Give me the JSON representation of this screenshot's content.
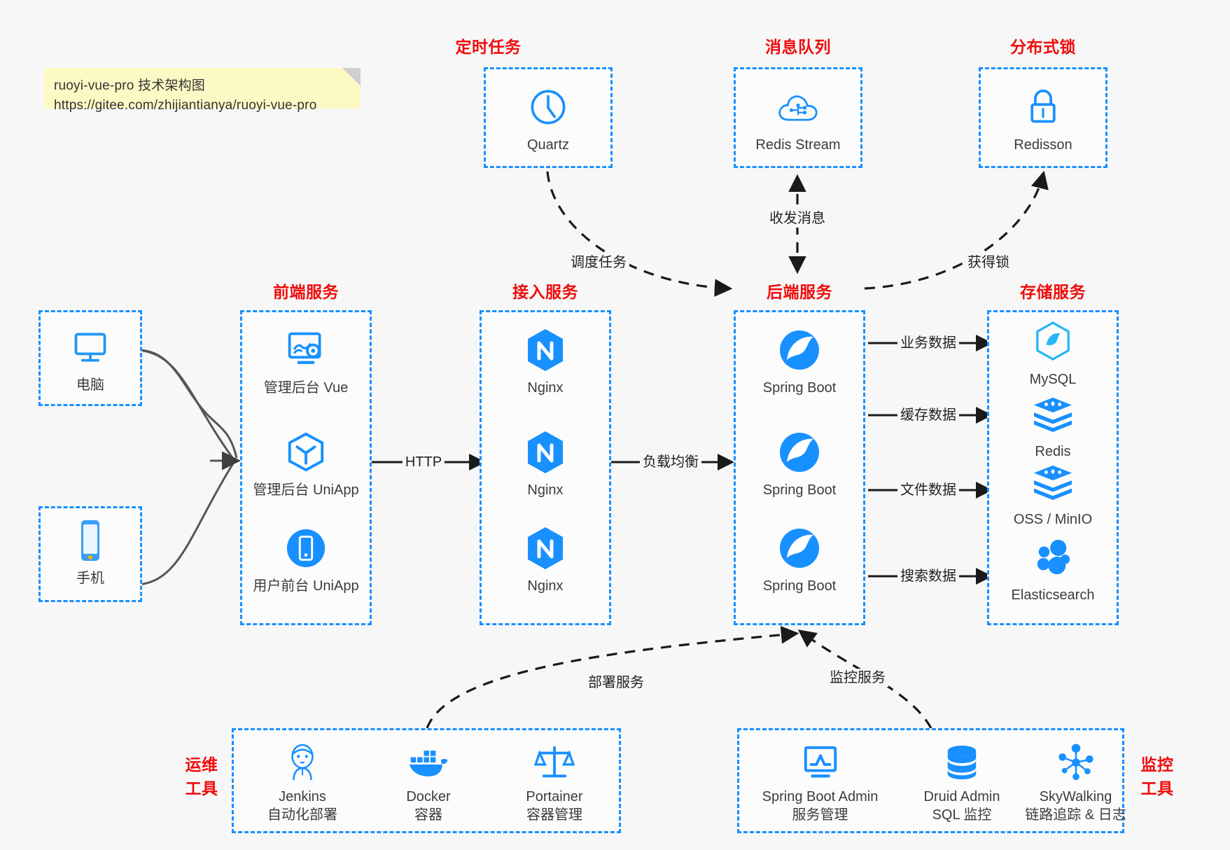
{
  "note": {
    "line1": "ruoyi-vue-pro 技术架构图",
    "line2": "https://gitee.com/zhijiantianya/ruoyi-vue-pro"
  },
  "colors": {
    "accent_blue": "#1890ff",
    "title_red": "#f00b0b",
    "background": "#f7f7f7",
    "note_yellow": "#fdf9c4",
    "edge_dark": "#3f3f3f",
    "text": "#3c3c3c"
  },
  "sections": {
    "scheduler": {
      "title": "定时任务",
      "nodes": [
        {
          "icon": "clock-icon",
          "label": "Quartz"
        }
      ]
    },
    "mq": {
      "title": "消息队列",
      "nodes": [
        {
          "icon": "cloud-stream-icon",
          "label": "Redis Stream"
        }
      ]
    },
    "lock": {
      "title": "分布式锁",
      "nodes": [
        {
          "icon": "lock-icon",
          "label": "Redisson"
        }
      ]
    },
    "clients": {
      "nodes": [
        {
          "icon": "desktop-icon",
          "label": "电脑"
        },
        {
          "icon": "mobile-icon",
          "label": "手机"
        }
      ]
    },
    "frontend": {
      "title": "前端服务",
      "nodes": [
        {
          "icon": "dashboard-gear-icon",
          "label": "管理后台 Vue"
        },
        {
          "icon": "cube-icon",
          "label": "管理后台 UniApp"
        },
        {
          "icon": "app-circle-icon",
          "label": "用户前台 UniApp"
        }
      ]
    },
    "gateway": {
      "title": "接入服务",
      "nodes": [
        {
          "icon": "nginx-icon",
          "label": "Nginx"
        },
        {
          "icon": "nginx-icon",
          "label": "Nginx"
        },
        {
          "icon": "nginx-icon",
          "label": "Nginx"
        }
      ]
    },
    "backend": {
      "title": "后端服务",
      "nodes": [
        {
          "icon": "spring-icon",
          "label": "Spring Boot"
        },
        {
          "icon": "spring-icon",
          "label": "Spring Boot"
        },
        {
          "icon": "spring-icon",
          "label": "Spring Boot"
        }
      ]
    },
    "storage": {
      "title": "存储服务",
      "nodes": [
        {
          "icon": "mysql-icon",
          "label": "MySQL"
        },
        {
          "icon": "layers-icon",
          "label": "Redis"
        },
        {
          "icon": "layers-icon",
          "label": "OSS / MinIO"
        },
        {
          "icon": "elasticsearch-icon",
          "label": "Elasticsearch"
        }
      ]
    },
    "devops": {
      "title_line1": "运维",
      "title_line2": "工具",
      "nodes": [
        {
          "icon": "jenkins-icon",
          "label": "Jenkins",
          "sub": "自动化部署"
        },
        {
          "icon": "docker-icon",
          "label": "Docker",
          "sub": "容器"
        },
        {
          "icon": "scales-icon",
          "label": "Portainer",
          "sub": "容器管理"
        }
      ]
    },
    "monitor": {
      "title_line1": "监控",
      "title_line2": "工具",
      "nodes": [
        {
          "icon": "monitor-chart-icon",
          "label": "Spring Boot Admin",
          "sub": "服务管理"
        },
        {
          "icon": "database-icon",
          "label": "Druid Admin",
          "sub": "SQL 监控"
        },
        {
          "icon": "skywalking-icon",
          "label": "SkyWalking",
          "sub": "链路追踪 & 日志"
        }
      ]
    }
  },
  "edges": {
    "http": "HTTP",
    "load_balance": "负载均衡",
    "schedule_task": "调度任务",
    "send_receive_message": "收发消息",
    "acquire_lock": "获得锁",
    "business_data": "业务数据",
    "cache_data": "缓存数据",
    "file_data": "文件数据",
    "search_data": "搜索数据",
    "deploy_service": "部署服务",
    "monitor_service": "监控服务"
  }
}
